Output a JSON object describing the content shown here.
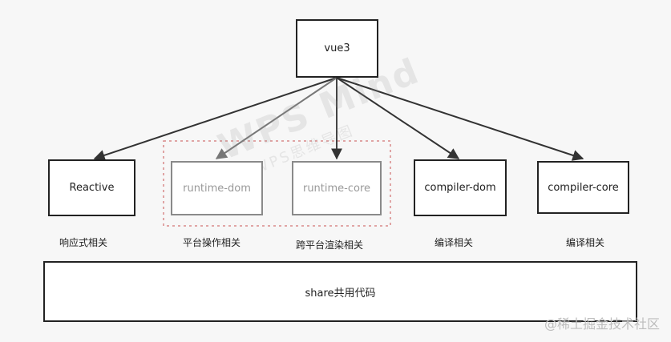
{
  "nodes": {
    "root": "vue3",
    "reactive": "Reactive",
    "runtime_dom": "runtime-dom",
    "runtime_core": "runtime-core",
    "compiler_dom": "compiler-dom",
    "compiler_core": "compiler-core",
    "share": "share共用代码"
  },
  "captions": {
    "reactive": "响应式相关",
    "runtime_dom": "平台操作相关",
    "runtime_core": "跨平台渲染相关",
    "compiler_dom": "编译相关",
    "compiler_core": "编译相关"
  },
  "watermark": {
    "main": "WPS Mind",
    "sub": "WPS思维导图"
  },
  "footer": "@稀土掘金技术社区",
  "colors": {
    "edge": "#333333",
    "edge_faded": "#7a7a7a",
    "dashed_group": "#d98a8a"
  }
}
